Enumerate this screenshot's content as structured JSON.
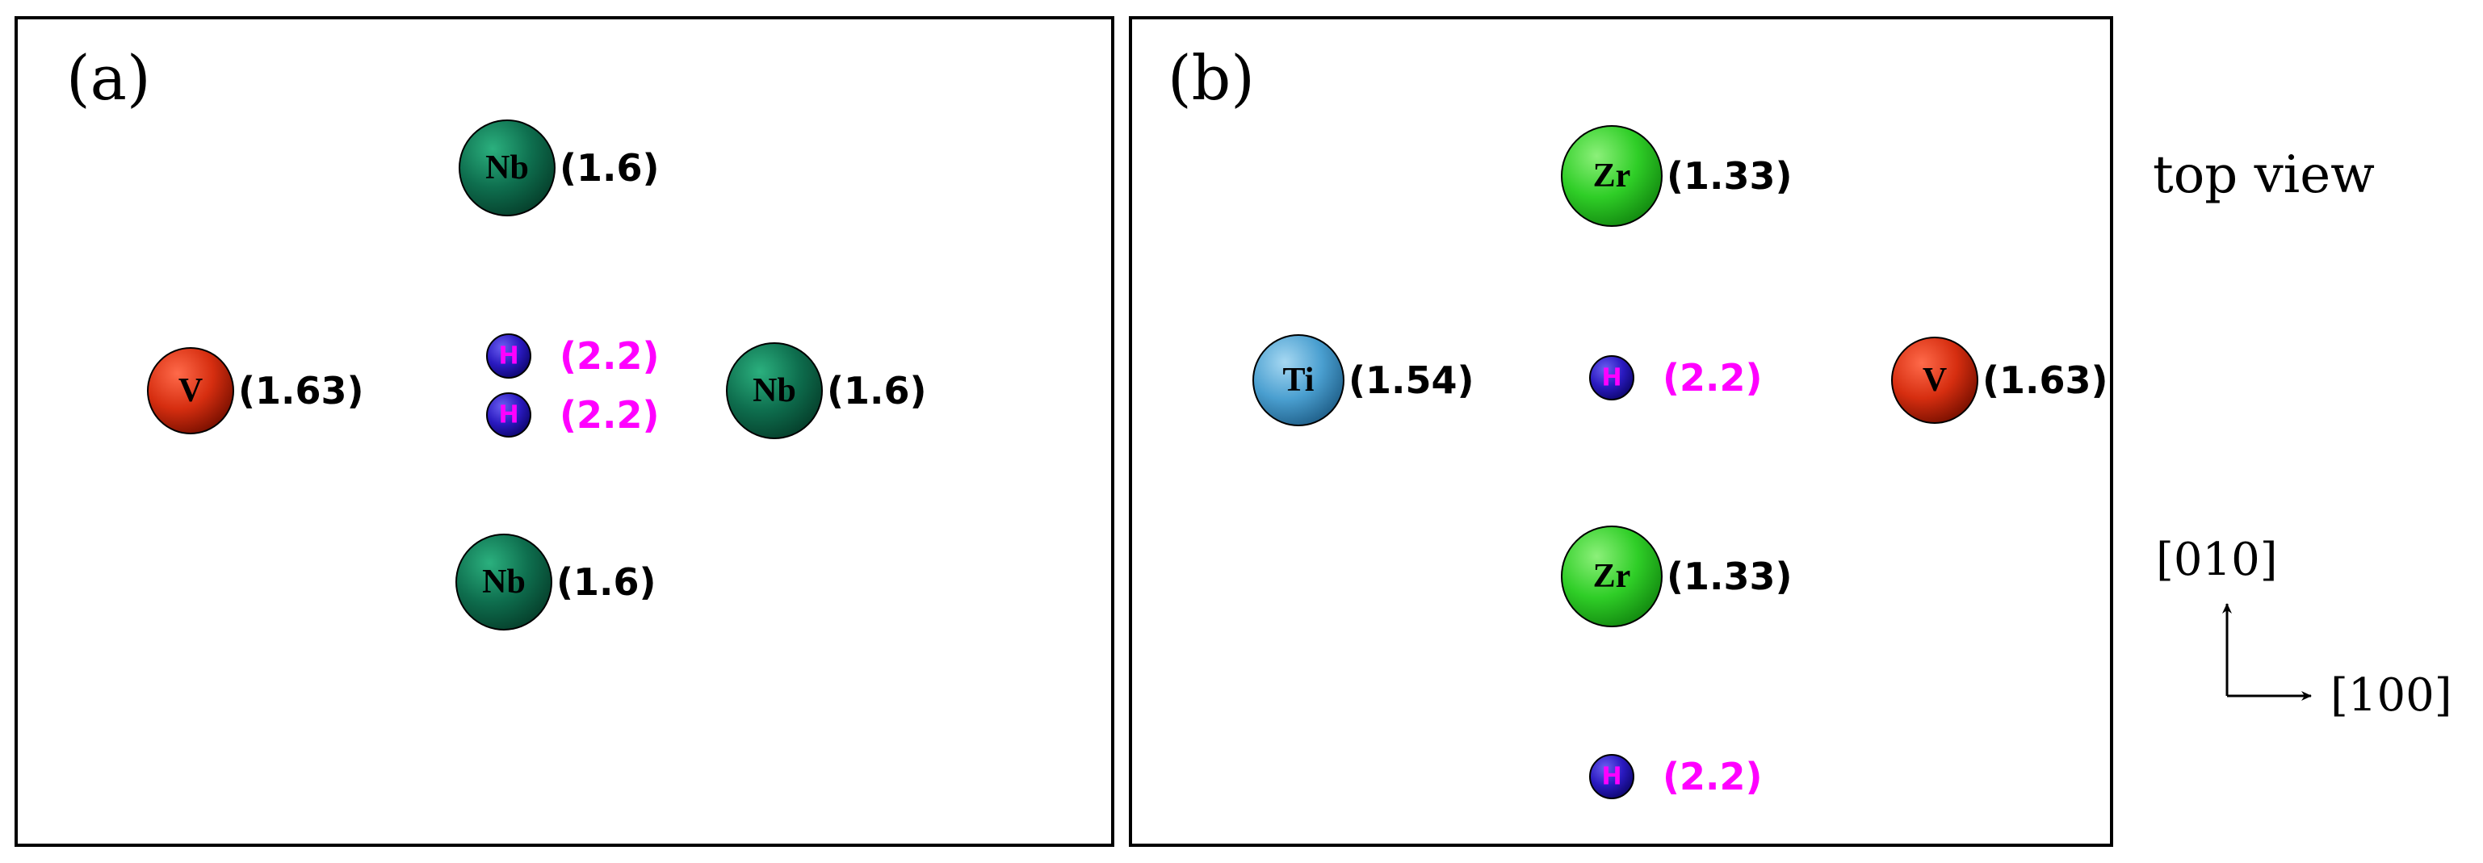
{
  "colors": {
    "Nb": [
      "#2bb07e",
      "#0e6e4e",
      "#06402c"
    ],
    "V": [
      "#ff6a4a",
      "#d62e10",
      "#7a1000"
    ],
    "Ti": [
      "#a6d8f2",
      "#4a9fd0",
      "#20608a"
    ],
    "Zr": [
      "#8cf07a",
      "#2fce27",
      "#138a10"
    ],
    "H": [
      "#6a5ef0",
      "#2a1ac0",
      "#0e0670"
    ],
    "H_label": "#ff00ff"
  },
  "panels": [
    {
      "label": "(a)",
      "atoms": [
        {
          "element": "Nb",
          "value": "(1.6)"
        },
        {
          "element": "V",
          "value": "(1.63)"
        },
        {
          "element": "H",
          "value": "(2.2)"
        },
        {
          "element": "H",
          "value": "(2.2)"
        },
        {
          "element": "Nb",
          "value": "(1.6)"
        },
        {
          "element": "Nb",
          "value": "(1.6)"
        }
      ]
    },
    {
      "label": "(b)",
      "atoms": [
        {
          "element": "Zr",
          "value": "(1.33)"
        },
        {
          "element": "Ti",
          "value": "(1.54)"
        },
        {
          "element": "H",
          "value": "(2.2)"
        },
        {
          "element": "V",
          "value": "(1.63)"
        },
        {
          "element": "Zr",
          "value": "(1.33)"
        },
        {
          "element": "H",
          "value": "(2.2)"
        }
      ]
    }
  ],
  "view_label": "top view",
  "axes": {
    "y_label": "[010]",
    "x_label": "[100]"
  }
}
